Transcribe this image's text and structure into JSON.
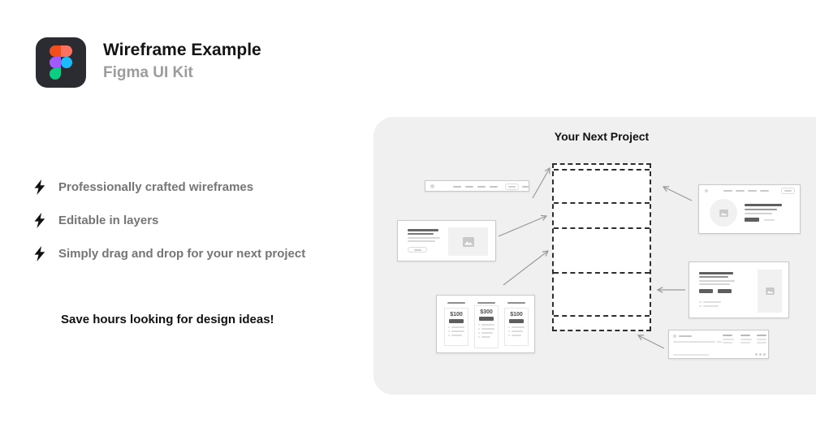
{
  "header": {
    "title": "Wireframe Example",
    "subtitle": "Figma UI Kit"
  },
  "features": {
    "items": [
      "Professionally crafted wireframes",
      "Editable in layers",
      "Simply drag and drop for your next project"
    ],
    "tagline": "Save hours looking for design ideas!"
  },
  "panel": {
    "title": "Your Next Project",
    "pricing_cards": [
      "$100",
      "$300",
      "$100"
    ]
  },
  "icons": {
    "logo": "figma-logo",
    "feature_bullet": "lightning-bolt-icon",
    "placeholder": "image-icon"
  },
  "colors": {
    "panel_bg": "#f0f0f0",
    "logo_bg": "#2b2c31",
    "figma_orange": "#f24e1e",
    "figma_salmon": "#ff7262",
    "figma_purple": "#a259ff",
    "figma_blue": "#1abcfe",
    "figma_green": "#0acf83",
    "feature_text": "#757575",
    "subtitle_text": "#9c9c9c",
    "arrow": "#999999",
    "dashed_border": "#2e2e2e"
  }
}
